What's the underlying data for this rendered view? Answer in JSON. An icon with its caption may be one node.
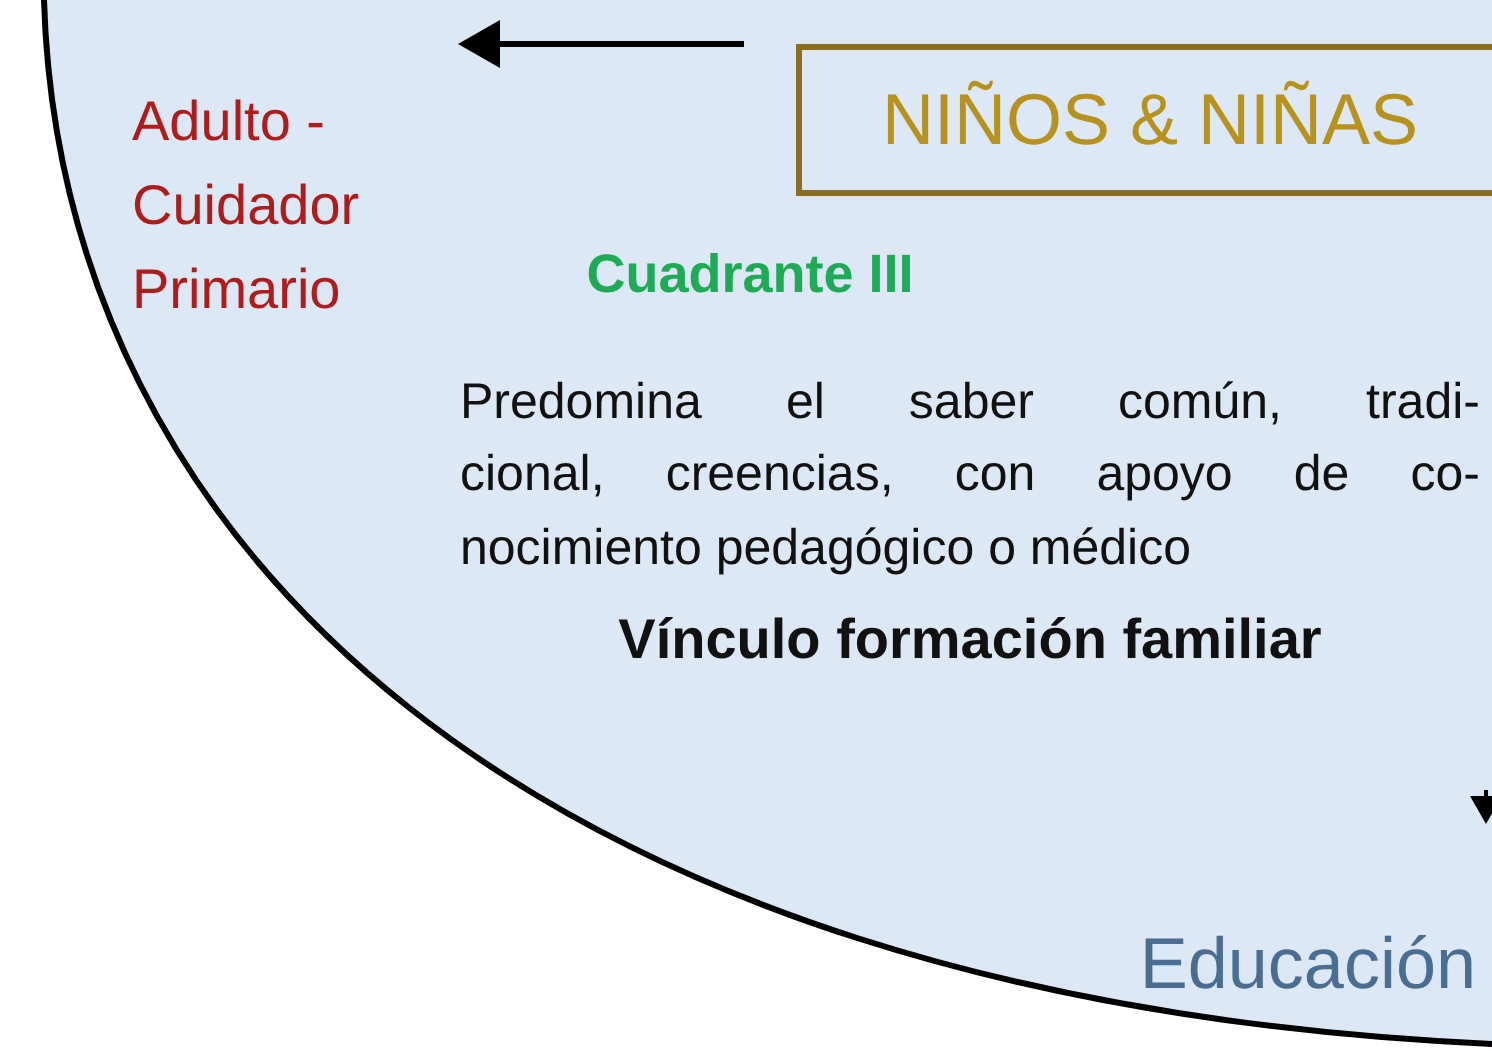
{
  "diagram": {
    "nodes": [
      {
        "text": [
          "Cuadrante III",
          "Predomina el saber común, tradi- cional, creencias, con apoyo de co- nocimiento pedagógico o médico",
          "Vínculo formación familiar"
        ]
      },
      {
        "text": [
          "NIÑOS & NIÑAS"
        ],
        "in": 0
      }
    ],
    "labels": [
      "Adulto - Cuidador Primario",
      "Educación"
    ]
  }
}
